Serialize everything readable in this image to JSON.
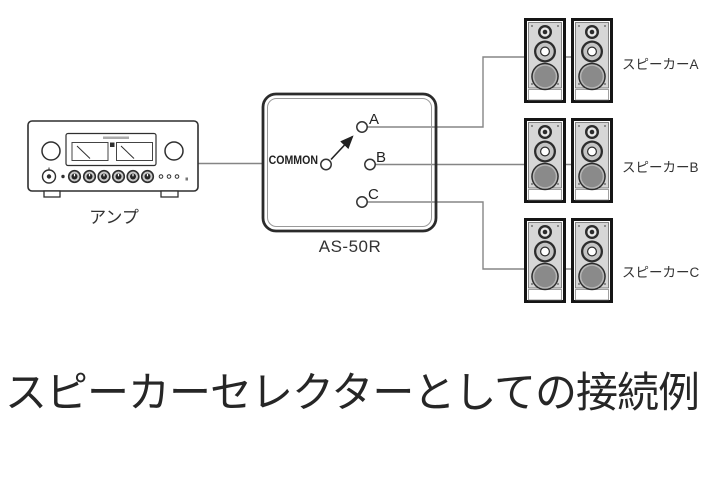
{
  "diagram": {
    "caption": "スピーカーセレクターとしての接続例",
    "amp": {
      "label": "アンプ"
    },
    "selector": {
      "model": "AS-50R",
      "common_label": "COMMON",
      "selected_terminal": "A"
    },
    "terminals": [
      {
        "id": "A",
        "label": "A"
      },
      {
        "id": "B",
        "label": "B"
      },
      {
        "id": "C",
        "label": "C"
      }
    ],
    "speaker_groups": [
      {
        "label": "スピーカーA"
      },
      {
        "label": "スピーカーB"
      },
      {
        "label": "スピーカーC"
      }
    ],
    "colors": {
      "wire": "#858585",
      "outline": "#2f2f2f",
      "text": "#262626",
      "speaker_frame": "#151515",
      "speaker_baffle": "#d6d6d6",
      "woofer_cone": "#8a8a8a"
    }
  }
}
